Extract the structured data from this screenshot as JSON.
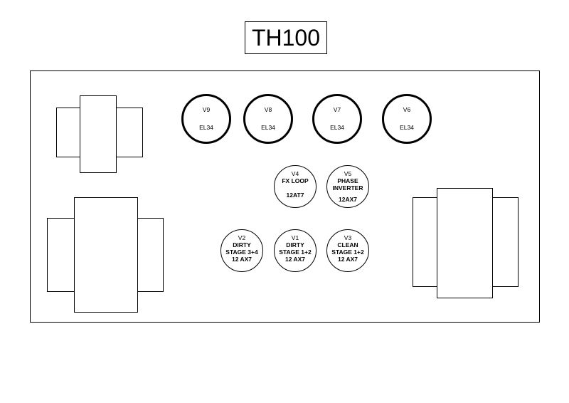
{
  "title": "TH100",
  "power_tubes": [
    {
      "id": "V9",
      "type": "EL34"
    },
    {
      "id": "V8",
      "type": "EL34"
    },
    {
      "id": "V7",
      "type": "EL34"
    },
    {
      "id": "V6",
      "type": "EL34"
    }
  ],
  "mid_tubes": [
    {
      "id": "V4",
      "line1": "FX LOOP",
      "line2": "",
      "type": "12AT7"
    },
    {
      "id": "V5",
      "line1": "PHASE",
      "line2": "INVERTER",
      "type": "12AX7"
    }
  ],
  "pre_tubes": [
    {
      "id": "V2",
      "line1": "DIRTY",
      "line2": "STAGE 3+4",
      "type": "12 AX7"
    },
    {
      "id": "V1",
      "line1": "DIRTY",
      "line2": "STAGE 1+2",
      "type": "12 AX7"
    },
    {
      "id": "V3",
      "line1": "CLEAN",
      "line2": "STAGE 1+2",
      "type": "12 AX7"
    }
  ]
}
